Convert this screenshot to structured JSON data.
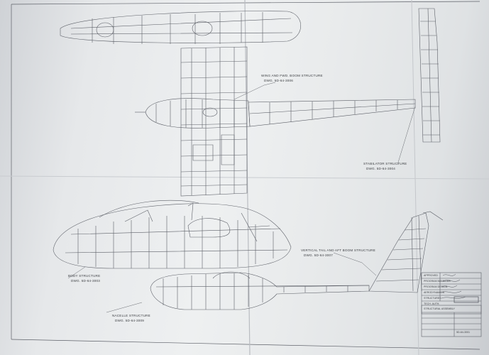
{
  "labels": {
    "wing": "WING AND FWD. BOOM STRUCTURE",
    "wing_dwg": "DWG. 5D-64-3006",
    "stab": "STABILATOR STRUCTURE",
    "stab_dwg": "DWG. 5D-64-3004",
    "body": "BODY STRUCTURE",
    "body_dwg": "DWG. 5D-64-3003",
    "tail": "VERTICAL TAIL AND AFT BOOM STRUCTURE",
    "tail_dwg": "DWG. 5D-64-3007",
    "nacelle": "NACELLE STRUCTURE",
    "nacelle_dwg": "DWG. 5D-64-3009"
  },
  "title_block": {
    "approval_header": "APPROVED",
    "rows": [
      "PROGRAM MANAGER",
      "PROGRAM DESIGN",
      "AERODYNAMICS",
      "STRUCTURES",
      "TECH. AUTH."
    ],
    "signature_note": "handwritten signatures",
    "drawing_box": "STRUCTURAL ASSEMBLY",
    "drawing_number": "5D-64-3001"
  },
  "colors": {
    "paper": "#eceef0",
    "ink": "#5c5f66",
    "frame": "#8e8e8e"
  }
}
